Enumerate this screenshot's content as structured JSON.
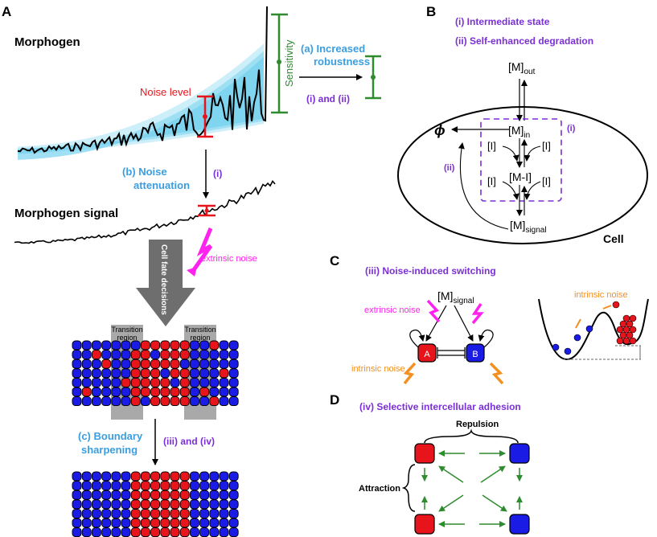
{
  "panels": {
    "a": "A",
    "b": "B",
    "c": "C",
    "d": "D"
  },
  "panel_a": {
    "morphogen_title": "Morphogen",
    "sensitivity_label": "Sensitivity",
    "noise_level_label": "Noise level",
    "increased_robustness_line1": "(a) Increased",
    "increased_robustness_line2": "robustness",
    "i_and_ii": "(i) and (ii)",
    "noise_attenuation_line1": "(b) Noise",
    "noise_attenuation_line2": "attenuation",
    "i_label": "(i)",
    "morphogen_signal_title": "Morphogen signal",
    "cell_fate_decisions": "Cell fate decisions",
    "extrinsic_noise": "extrinsic noise",
    "transition_region_line1": "Transition",
    "transition_region_line2": "region",
    "boundary_sharpening_line1": "(c) Boundary",
    "boundary_sharpening_line2": "sharpening",
    "iii_and_iv": "(iii) and (iv)"
  },
  "panel_b": {
    "mechanism_i": "(i) Intermediate state",
    "mechanism_ii": "(ii) Self-enhanced degradation",
    "m_out": "[M]",
    "m_out_sub": "out",
    "m_in": "[M]",
    "m_in_sub": "in",
    "i_species": "[I]",
    "complex": "[M-I]",
    "m_signal": "[M]",
    "m_signal_sub": "signal",
    "phi": "ϕ",
    "label_i": "(i)",
    "label_ii": "(ii)",
    "cell": "Cell"
  },
  "panel_c": {
    "title": "(iii) Noise-induced switching",
    "m_signal": "[M]",
    "m_signal_sub": "signal",
    "extrinsic_noise": "extrinsic noise",
    "intrinsic_noise": "intrinsic noise",
    "node_a": "A",
    "node_b": "B",
    "intrinsic_noise_well": "intrinsic noise"
  },
  "panel_d": {
    "title": "(iv) Selective intercellular adhesion",
    "repulsion": "Repulsion",
    "attraction": "Attraction"
  },
  "colors": {
    "red": "#e8141b",
    "blue": "#1b1be6",
    "green": "#2e8b2e",
    "purple": "#7b2fd6",
    "light_blue_text": "#3a9ee0",
    "magenta": "#ff22ee",
    "orange": "#f39020",
    "shade": "#6fd0ee",
    "gray_arrow": "#6e6e6e",
    "transition_gray": "#a9a9a9"
  }
}
